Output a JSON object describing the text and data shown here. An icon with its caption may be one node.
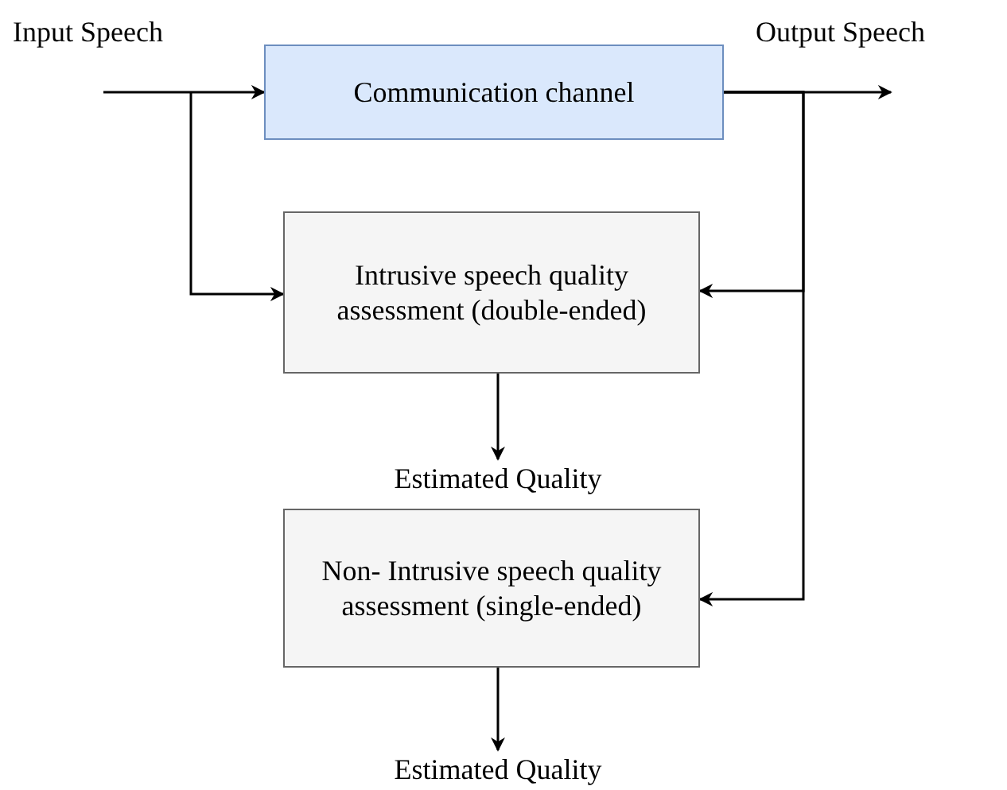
{
  "diagram": {
    "nodes": [
      {
        "text": [
          "Communication channel"
        ]
      },
      {
        "text": [
          "Intrusive speech quality assessment (double-ended)"
        ]
      },
      {
        "text": [
          "Estimated Quality"
        ]
      },
      {
        "text": [
          "Non- Intrusive speech quality assessment (single-ended)"
        ]
      },
      {
        "text": [
          "Estimated Quality"
        ]
      }
    ],
    "edges": [
      {
        "from": null,
        "to": 0,
        "arrow": "to"
      },
      {
        "from": null,
        "to": 1,
        "arrow": "to"
      },
      {
        "from": 0,
        "to": null,
        "arrow": "to"
      },
      {
        "from": 0,
        "to": 1,
        "arrow": "to"
      },
      {
        "from": 0,
        "to": 3,
        "arrow": "to"
      },
      {
        "from": 1,
        "to": 2,
        "arrow": "to"
      },
      {
        "from": 3,
        "to": 4,
        "arrow": "to"
      }
    ],
    "labels": [
      "Input Speech",
      "Output Speech"
    ]
  }
}
